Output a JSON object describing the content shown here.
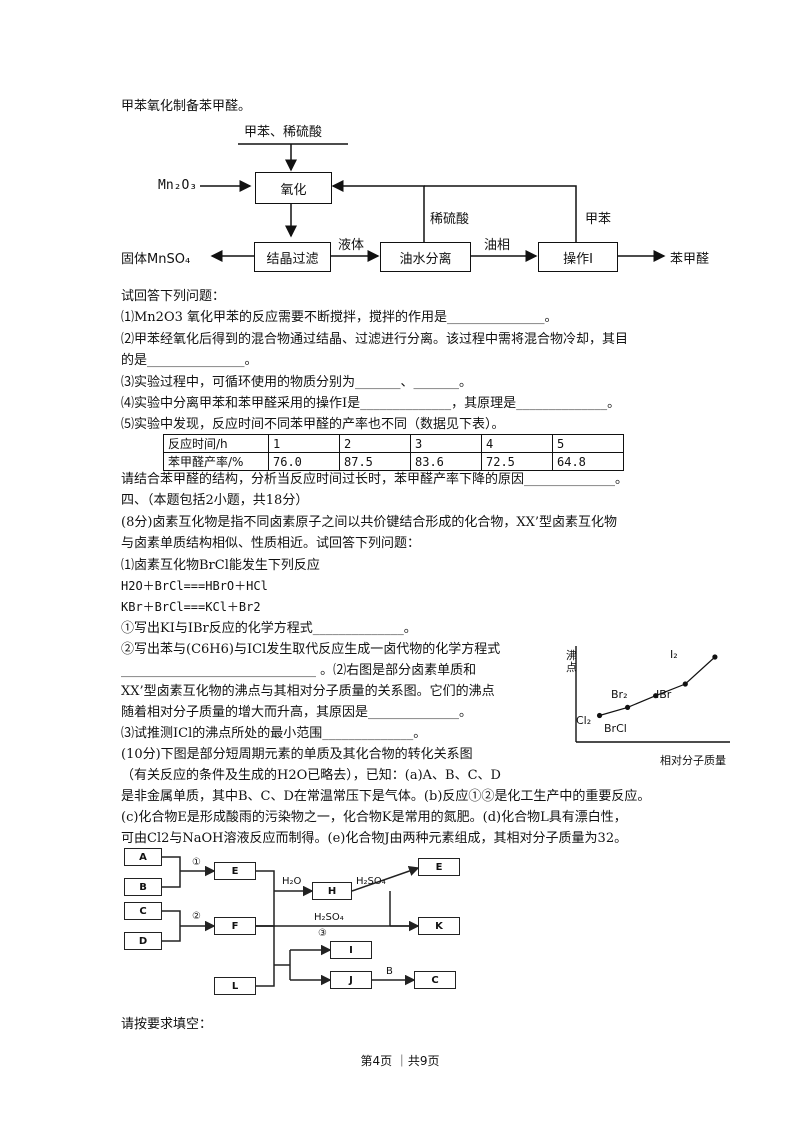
{
  "intro": "甲苯氧化制备苯甲醛。",
  "flowchart": {
    "input_top": "甲苯、稀硫酸",
    "input_left": "Mn₂O₃",
    "oxidation": "氧化",
    "filter": "结晶过滤",
    "separator": "油水分离",
    "operation": "操作Ⅰ",
    "output_solid": "固体MnSO₄",
    "output_product": "苯甲醛",
    "label_liquid": "液体",
    "label_oil": "油相",
    "label_acid": "稀硫酸",
    "label_toluene": "甲苯"
  },
  "questions": {
    "lead": "试回答下列问题：",
    "q1": "⑴Mn2O3 氧化甲苯的反应需要不断搅拌，搅拌的作用是_______________。",
    "q2a": "⑵甲苯经氧化后得到的混合物通过结晶、过滤进行分离。该过程中需将混合物冷却，其目",
    "q2b": "的是_______________。",
    "q3": "⑶实验过程中，可循环使用的物质分别为_______、_______。",
    "q4": "⑷实验中分离甲苯和苯甲醛采用的操作Ⅰ是______________，其原理是______________。",
    "q5": "⑸实验中发现，反应时间不同苯甲醛的产率也不同（数据见下表）。"
  },
  "yield_table": {
    "row1_header": "反应时间/h",
    "row2_header": "苯甲醛产率/%",
    "times": [
      "1",
      "2",
      "3",
      "4",
      "5"
    ],
    "yields": [
      "76.0",
      "87.5",
      "83.6",
      "72.5",
      "64.8"
    ]
  },
  "q5_follow": "请结合苯甲醛的结构，分析当反应时间过长时，苯甲醛产率下降的原因______________。",
  "section4": "四、（本题包括2小题，共18分）",
  "p1a": "(8分)卤素互化物是指不同卤素原子之间以共价键结合形成的化合物，XX’型卤素互化物",
  "p1b": "与卤素单质结构相似、性质相近。试回答下列问题：",
  "p1c": "⑴卤素互化物BrCl能发生下列反应",
  "eq1": "H2O＋BrCl===HBrO＋HCl",
  "eq2": "KBr＋BrCl===KCl＋Br2",
  "p1d": "①写出KI与IBr反应的化学方程式______________。",
  "p1e": "②写出苯与(C6H6)与ICl发生取代反应生成一卤代物的化学方程式",
  "p1f": "______________________________ 。⑵右图是部分卤素单质和",
  "p1g": "XX’型卤素互化物的沸点与其相对分子质量的关系图。它们的沸点",
  "p1h": "随着相对分子质量的增大而升高，其原因是______________。",
  "p1i": "⑶试推测ICl的沸点所处的最小范围______________。",
  "p2a": "(10分)下图是部分短周期元素的单质及其化合物的转化关系图",
  "p2b": "（有关反应的条件及生成的H2O已略去），已知：(a)A、B、C、D",
  "p2c": "是非金属单质，其中B、C、D在常温常压下是气体。(b)反应①②是化工生产中的重要反应。",
  "p2d": "(c)化合物E是形成酸雨的污染物之一，化合物K是常用的氮肥。(d)化合物L具有漂白性，",
  "p2e": "可由Cl2与NaOH溶液反应而制得。(e)化合物J由两种元素组成，其相对分子质量为32。",
  "bp_chart": {
    "ylabel": "沸点",
    "xlabel": "相对分子质量",
    "points": [
      "Cl₂",
      "BrCl",
      "Br₂",
      "IBr",
      "I₂"
    ]
  },
  "chart_data": {
    "type": "line",
    "x": [
      71,
      115.5,
      160,
      207,
      254
    ],
    "y": [
      0.25,
      0.34,
      0.47,
      0.6,
      0.9
    ],
    "labels": [
      "Cl₂",
      "BrCl",
      "Br₂",
      "IBr",
      "I₂"
    ],
    "xlabel": "相对分子质量",
    "ylabel": "沸点",
    "grid": false
  },
  "graph": {
    "A": "A",
    "B": "B",
    "C": "C",
    "D": "D",
    "E": "E",
    "F": "F",
    "H": "H",
    "E2": "E",
    "K": "K",
    "I": "I",
    "J": "J",
    "L": "L",
    "C2": "C",
    "r1": "①",
    "r2": "②",
    "r3": "③",
    "h2o": "H₂O",
    "h2so4a": "H₂SO₄",
    "h2so4b": "H₂SO₄",
    "b": "B"
  },
  "closing": "请按要求填空：",
  "footer": "第4页 ｜共9页"
}
